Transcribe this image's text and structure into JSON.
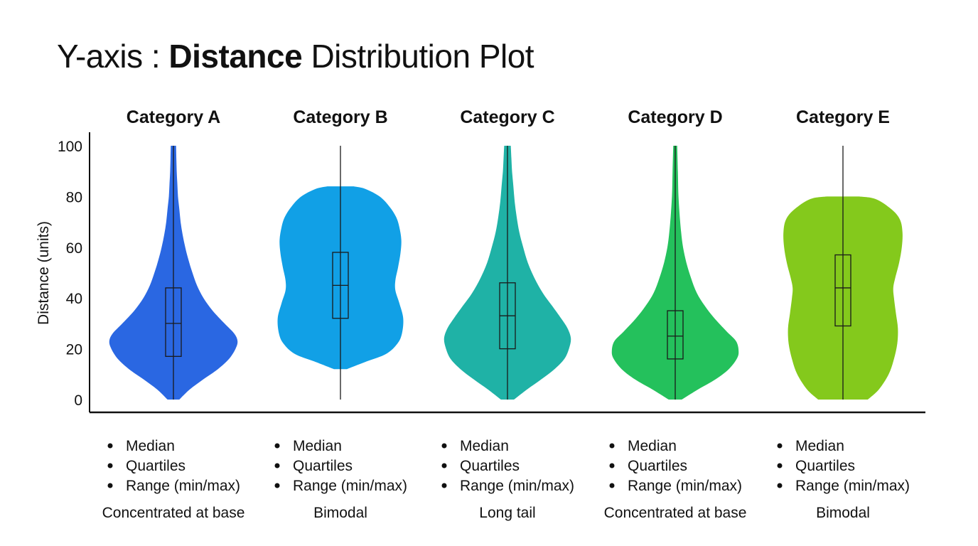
{
  "title": {
    "prefix": "Y-axis : ",
    "emphasis": "Distance",
    "suffix": " Distribution Plot"
  },
  "chart_data": {
    "type": "violin",
    "ylabel": "Distance (units)",
    "ylim": [
      0,
      100
    ],
    "yticks": [
      0,
      20,
      40,
      60,
      80,
      100
    ],
    "grid": false,
    "legend": "none",
    "categories": [
      {
        "name": "Category A",
        "color": "#2a67e2",
        "min": 0,
        "q1": 17,
        "median": 30,
        "q3": 44,
        "max": 100,
        "shape": "Concentrated at base",
        "density": [
          [
            0,
            0.09
          ],
          [
            4,
            0.25
          ],
          [
            8,
            0.46
          ],
          [
            12,
            0.68
          ],
          [
            16,
            0.85
          ],
          [
            20,
            0.95
          ],
          [
            23,
            0.98
          ],
          [
            26,
            0.93
          ],
          [
            30,
            0.78
          ],
          [
            35,
            0.6
          ],
          [
            40,
            0.46
          ],
          [
            45,
            0.36
          ],
          [
            50,
            0.29
          ],
          [
            55,
            0.23
          ],
          [
            60,
            0.18
          ],
          [
            65,
            0.14
          ],
          [
            70,
            0.11
          ],
          [
            75,
            0.09
          ],
          [
            80,
            0.07
          ],
          [
            85,
            0.06
          ],
          [
            90,
            0.05
          ],
          [
            95,
            0.045
          ],
          [
            100,
            0.04
          ]
        ],
        "stats_list": [
          "Median",
          "Quartiles",
          "Range (min/max)"
        ]
      },
      {
        "name": "Category B",
        "color": "#11a0e6",
        "min": 0,
        "q1": 32,
        "median": 45,
        "q3": 58,
        "max": 100,
        "shape": "Bimodal",
        "density": [
          [
            12,
            0.1
          ],
          [
            15,
            0.4
          ],
          [
            18,
            0.7
          ],
          [
            22,
            0.87
          ],
          [
            26,
            0.94
          ],
          [
            32,
            0.96
          ],
          [
            38,
            0.9
          ],
          [
            43,
            0.84
          ],
          [
            47,
            0.84
          ],
          [
            52,
            0.88
          ],
          [
            58,
            0.92
          ],
          [
            63,
            0.93
          ],
          [
            68,
            0.9
          ],
          [
            72,
            0.85
          ],
          [
            76,
            0.75
          ],
          [
            80,
            0.6
          ],
          [
            83,
            0.38
          ],
          [
            84,
            0.2
          ]
        ],
        "stats_list": [
          "Median",
          "Quartiles",
          "Range (min/max)"
        ]
      },
      {
        "name": "Category C",
        "color": "#1fb2a6",
        "min": 0,
        "q1": 20,
        "median": 33,
        "q3": 46,
        "max": 100,
        "shape": "Long tail",
        "density": [
          [
            0,
            0.1
          ],
          [
            4,
            0.3
          ],
          [
            8,
            0.52
          ],
          [
            12,
            0.72
          ],
          [
            16,
            0.87
          ],
          [
            20,
            0.94
          ],
          [
            24,
            0.97
          ],
          [
            28,
            0.92
          ],
          [
            32,
            0.82
          ],
          [
            37,
            0.68
          ],
          [
            42,
            0.54
          ],
          [
            48,
            0.41
          ],
          [
            54,
            0.31
          ],
          [
            60,
            0.24
          ],
          [
            66,
            0.18
          ],
          [
            72,
            0.14
          ],
          [
            78,
            0.11
          ],
          [
            84,
            0.09
          ],
          [
            90,
            0.07
          ],
          [
            95,
            0.06
          ],
          [
            100,
            0.05
          ]
        ],
        "stats_list": [
          "Median",
          "Quartiles",
          "Range (min/max)"
        ]
      },
      {
        "name": "Category D",
        "color": "#24c15c",
        "min": 0,
        "q1": 16,
        "median": 25,
        "q3": 35,
        "max": 100,
        "shape": "Concentrated at base",
        "density": [
          [
            0,
            0.1
          ],
          [
            4,
            0.35
          ],
          [
            8,
            0.62
          ],
          [
            12,
            0.82
          ],
          [
            16,
            0.94
          ],
          [
            19,
            0.97
          ],
          [
            23,
            0.93
          ],
          [
            27,
            0.78
          ],
          [
            32,
            0.6
          ],
          [
            37,
            0.45
          ],
          [
            42,
            0.33
          ],
          [
            48,
            0.24
          ],
          [
            54,
            0.17
          ],
          [
            60,
            0.12
          ],
          [
            66,
            0.09
          ],
          [
            72,
            0.07
          ],
          [
            80,
            0.05
          ],
          [
            90,
            0.04
          ],
          [
            100,
            0.03
          ]
        ],
        "stats_list": [
          "Median",
          "Quartiles",
          "Range (min/max)"
        ]
      },
      {
        "name": "Category E",
        "color": "#84c91c",
        "min": 0,
        "q1": 29,
        "median": 44,
        "q3": 57,
        "max": 100,
        "shape": "Bimodal",
        "density": [
          [
            0,
            0.38
          ],
          [
            4,
            0.55
          ],
          [
            10,
            0.7
          ],
          [
            16,
            0.78
          ],
          [
            22,
            0.83
          ],
          [
            28,
            0.84
          ],
          [
            34,
            0.81
          ],
          [
            40,
            0.78
          ],
          [
            44,
            0.77
          ],
          [
            48,
            0.8
          ],
          [
            54,
            0.86
          ],
          [
            60,
            0.9
          ],
          [
            66,
            0.91
          ],
          [
            71,
            0.87
          ],
          [
            75,
            0.74
          ],
          [
            79,
            0.5
          ],
          [
            80,
            0.25
          ]
        ],
        "stats_list": [
          "Median",
          "Quartiles",
          "Range (min/max)"
        ]
      }
    ]
  }
}
